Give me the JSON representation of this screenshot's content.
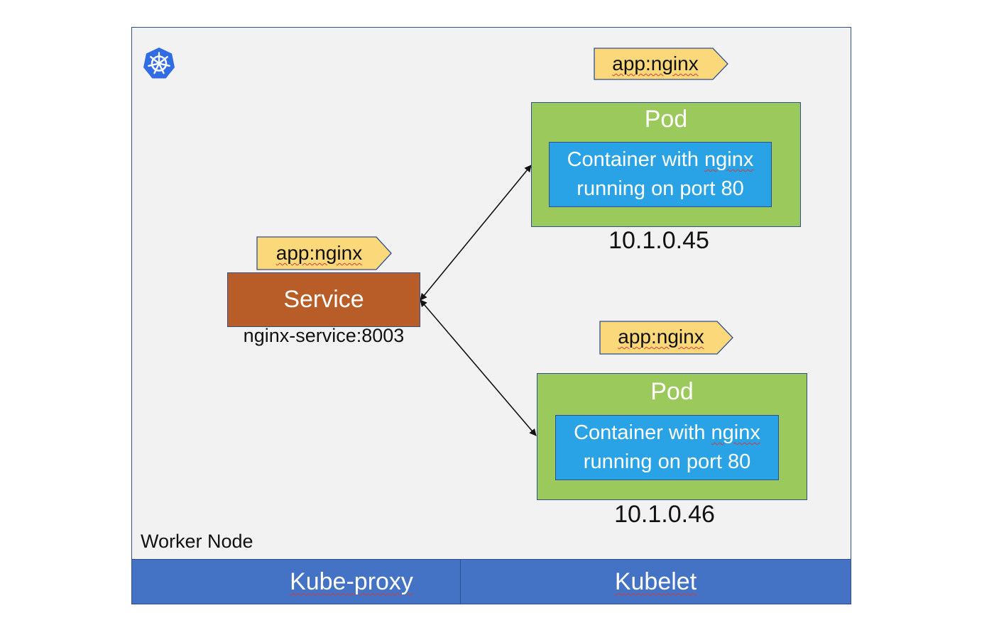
{
  "worker_node": {
    "label": "Worker Node"
  },
  "logo": {
    "icon": "kubernetes-helm-icon",
    "color": "#326ce5"
  },
  "service": {
    "tag": "app:nginx",
    "label": "Service",
    "address": "nginx-service:8003",
    "color": "#b85d27"
  },
  "pods": [
    {
      "tag": "app:nginx",
      "title": "Pod",
      "container_line1_prefix": "Container with ",
      "container_line1_word": "nginx",
      "container_line2": "running on port 80",
      "ip": "10.1.0.45"
    },
    {
      "tag": "app:nginx",
      "title": "Pod",
      "container_line1_prefix": "Container with ",
      "container_line1_word": "nginx",
      "container_line2": "running on port 80",
      "ip": "10.1.0.46"
    }
  ],
  "bottom_bar": {
    "left_label": "Kube-proxy",
    "right_label": "Kubelet",
    "color": "#4472c4"
  },
  "colors": {
    "node_background": "#f2f2f2",
    "pod_green": "#9cc95c",
    "container_blue": "#2aa3e6",
    "tag_yellow": "#fbd97a",
    "border": "#2f4f8f"
  }
}
